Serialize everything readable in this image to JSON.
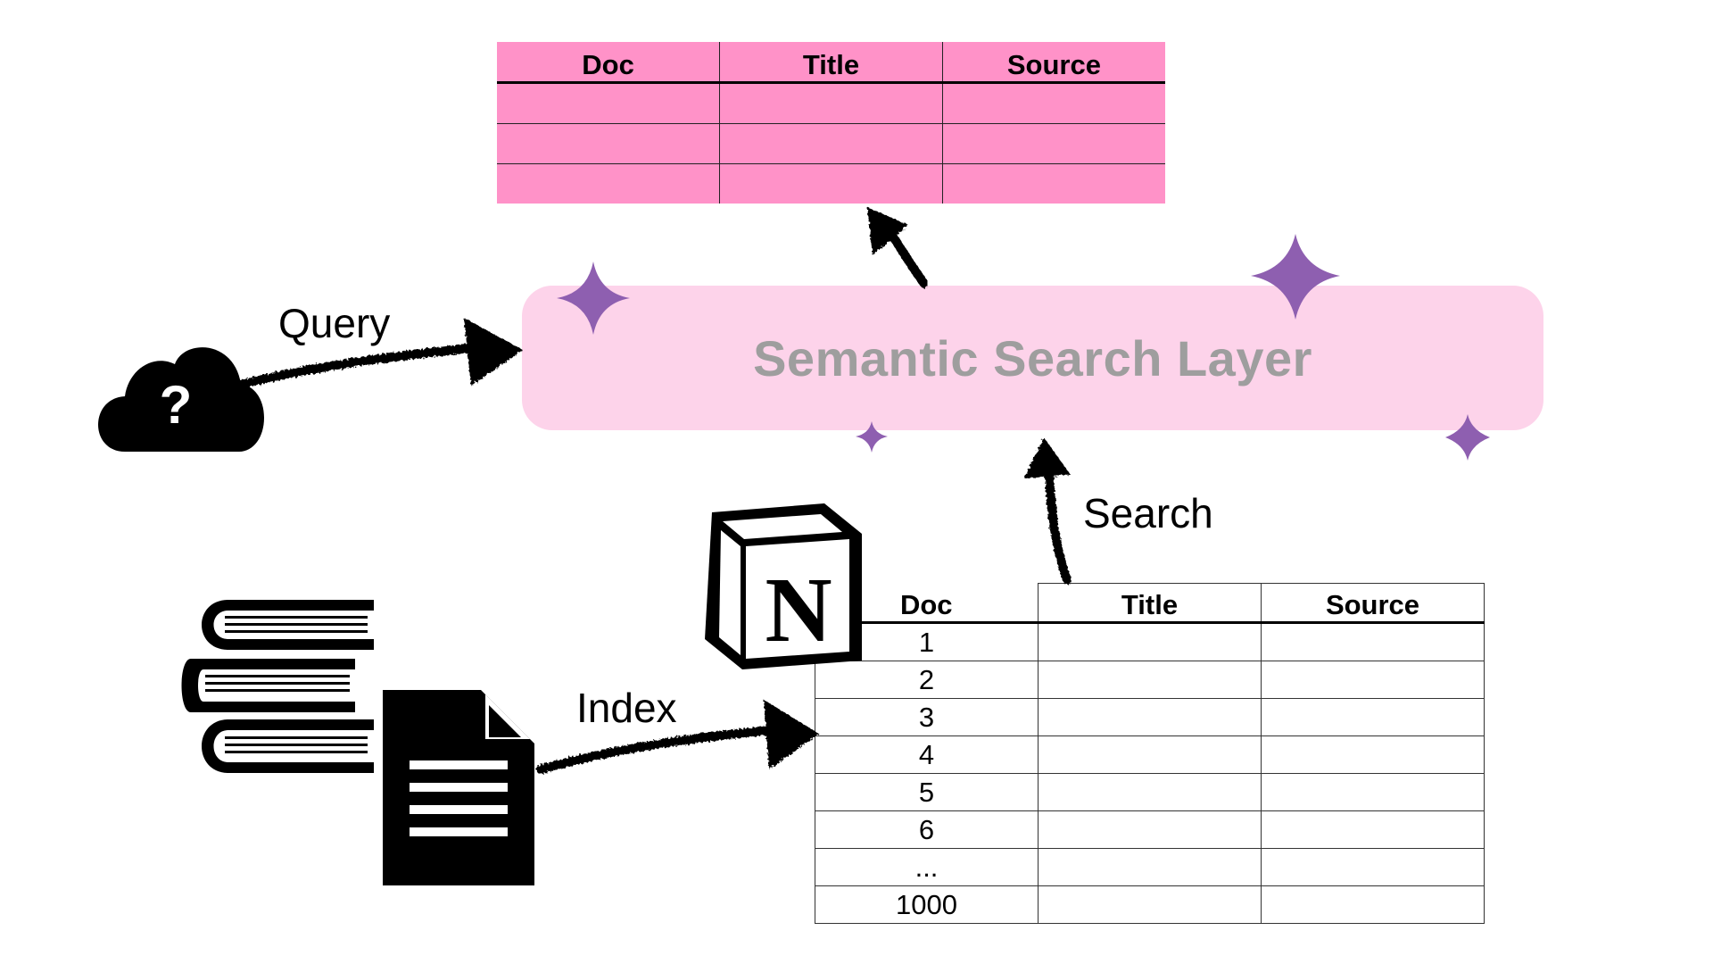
{
  "result_table": {
    "headers": [
      "Doc",
      "Title",
      "Source"
    ],
    "rows": [
      [
        "",
        "",
        ""
      ],
      [
        "",
        "",
        ""
      ],
      [
        "",
        "",
        ""
      ]
    ]
  },
  "layer": {
    "title": "Semantic Search Layer"
  },
  "labels": {
    "query": "Query",
    "search": "Search",
    "index": "Index"
  },
  "cloud": {
    "symbol": "?"
  },
  "index_table": {
    "headers": [
      "Doc",
      "Title",
      "Source"
    ],
    "rows": [
      [
        "1",
        "",
        ""
      ],
      [
        "2",
        "",
        ""
      ],
      [
        "3",
        "",
        ""
      ],
      [
        "4",
        "",
        ""
      ],
      [
        "5",
        "",
        ""
      ],
      [
        "6",
        "",
        ""
      ],
      [
        "...",
        "",
        ""
      ],
      [
        "1000",
        "",
        ""
      ]
    ]
  },
  "colors": {
    "result_table_fill": "#ff92c8",
    "layer_fill": "#fdd3ea",
    "layer_text": "#9e9e9e",
    "sparkle": "#8e5fb0"
  },
  "icons": {
    "cloud": "question-cloud-icon",
    "books": "book-stack-icon",
    "document": "document-icon",
    "notion": "notion-logo-icon",
    "sparkle": "sparkle-icon",
    "arrow": "hand-drawn-arrow-icon"
  }
}
